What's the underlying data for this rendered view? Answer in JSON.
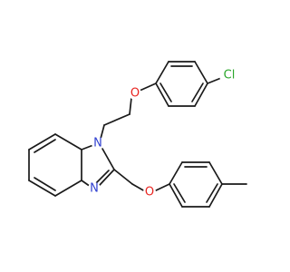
{
  "structure": {
    "labels": {
      "chlorine": "Cl",
      "ether_oxygen_top": "O",
      "imidazole_n1": "N",
      "imidazole_n3": "N",
      "ether_oxygen_bottom": "O"
    },
    "colors": {
      "bond": "#1a1a1a",
      "nitrogen": "#2f3fd0",
      "oxygen": "#e8231f",
      "chlorine": "#2aa62a"
    }
  }
}
